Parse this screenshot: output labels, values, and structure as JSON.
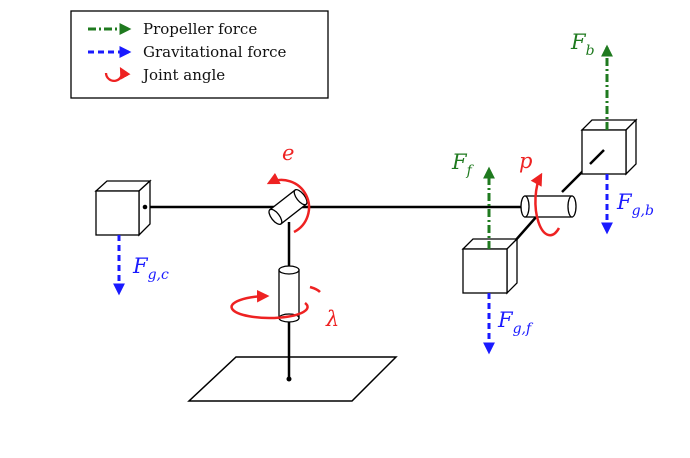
{
  "colors": {
    "propeller": "#1f7a1f",
    "gravity": "#1a1aff",
    "joint": "#ee2222",
    "structure": "#000000"
  },
  "legend": {
    "propeller_label": "Propeller force",
    "gravity_label": "Gravitational force",
    "joint_label": "Joint angle"
  },
  "labels": {
    "elevation": {
      "main": "e"
    },
    "pitch": {
      "main": "p"
    },
    "travel": {
      "main": "λ"
    },
    "F_b": {
      "main": "F",
      "sub": "b"
    },
    "F_f": {
      "main": "F",
      "sub": "f"
    },
    "F_gb": {
      "main": "F",
      "sub": "g,b"
    },
    "F_gf": {
      "main": "F",
      "sub": "g,f"
    },
    "F_gc": {
      "main": "F",
      "sub": "g,c"
    }
  }
}
